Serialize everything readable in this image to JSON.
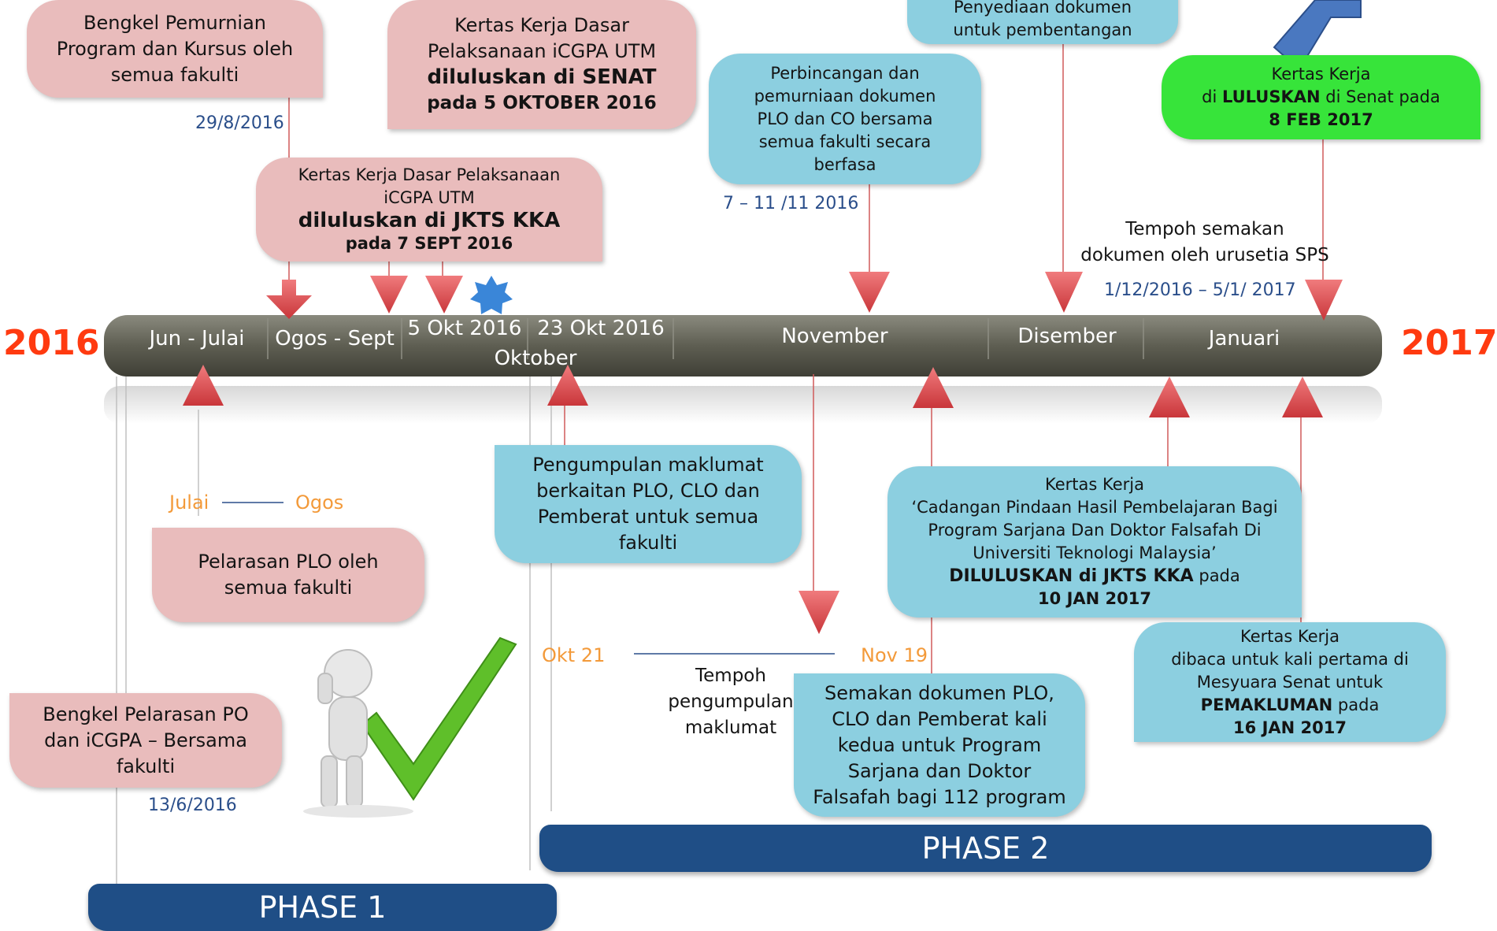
{
  "years": {
    "start": "2016",
    "end": "2017"
  },
  "timeline": {
    "labels": [
      "Jun  - Julai",
      "Ogos - Sept",
      "5 Okt 2016",
      "23 Okt 2016",
      "Oktober",
      "November",
      "Disember",
      "Januari"
    ]
  },
  "top_boxes": {
    "bengkel_pemurnian": {
      "lines": [
        "Bengkel Pemurnian",
        "Program dan Kursus oleh",
        "semua fakulti"
      ]
    },
    "kertas_senat": {
      "line1": "Kertas Kerja Dasar",
      "line2": "Pelaksanaan iCGPA UTM",
      "line3": "diluluskan di SENAT",
      "line4": "pada 5 OKTOBER 2016"
    },
    "kertas_jkts": {
      "line1": "Kertas Kerja Dasar Pelaksanaan",
      "line2": "iCGPA UTM",
      "line3": "diluluskan di JKTS KKA",
      "line4": "pada 7 SEPT 2016"
    },
    "perbincangan": {
      "lines": [
        "Perbincangan dan",
        "pemurniaan dokumen",
        "PLO dan CO bersama",
        "semua fakulti secara",
        "berfasa"
      ]
    },
    "penyediaan": {
      "lines": [
        "Penyediaan dokumen",
        "untuk pembentangan"
      ]
    },
    "kertas_feb": {
      "line1": "Kertas Kerja",
      "line2_a": "di ",
      "line2_b": "LULUSKAN",
      "line2_c": " di Senat pada",
      "line3": "8 FEB 2017"
    }
  },
  "dates": {
    "d1": "29/8/2016",
    "d2": "7 – 11 /11 2016",
    "d3": "1/12/2016 – 5/1/ 2017",
    "d4": "13/6/2016"
  },
  "tempoh_semakan": {
    "lines": [
      "Tempoh semakan",
      "dokumen oleh urusetia SPS"
    ]
  },
  "bottom_boxes": {
    "pengumpulan": {
      "lines": [
        "Pengumpulan maklumat",
        "berkaitan PLO, CLO dan",
        "Pemberat untuk semua",
        "fakulti"
      ]
    },
    "pelarasan_plo": {
      "lines": [
        "Pelarasan PLO oleh",
        "semua fakulti"
      ]
    },
    "bengkel_po": {
      "lines": [
        "Bengkel Pelarasan PO",
        "dan iCGPA – Bersama",
        "fakulti"
      ]
    },
    "kertas_jan10": {
      "line1": "Kertas Kerja",
      "line2": "‘Cadangan Pindaan Hasil Pembelajaran Bagi",
      "line3": "Program Sarjana Dan Doktor Falsafah Di",
      "line4": "Universiti Teknologi Malaysia’",
      "line5_a": "DILULUSKAN di JKTS KKA",
      "line5_b": " pada",
      "line6": "10 JAN 2017"
    },
    "semakan": {
      "lines": [
        "Semakan dokumen PLO,",
        "CLO dan Pemberat kali",
        "kedua untuk Program",
        "Sarjana dan Doktor",
        "Falsafah bagi 112 program"
      ]
    },
    "kertas_jan16": {
      "line1": "Kertas Kerja",
      "line2": "dibaca untuk kali pertama di",
      "line3": "Mesyuara Senat untuk",
      "line4_a": "PEMAKLUMAN",
      "line4_b": " pada",
      "line5": "16 JAN 2017"
    }
  },
  "ranges": {
    "julai": "Julai",
    "ogos": "Ogos",
    "okt21": "Okt 21",
    "nov19": "Nov 19"
  },
  "tempoh_pengumpulan": {
    "lines": [
      "Tempoh",
      "pengumpulan",
      "maklumat"
    ]
  },
  "phases": {
    "phase1": "PHASE 1",
    "phase2": "PHASE 2"
  },
  "colors": {
    "pink": "#e9bcbc",
    "blue": "#8ccfe0",
    "green": "#37e43a",
    "arrow": "#e0474a",
    "phase": "#1f4e86",
    "year": "#ff3a10"
  },
  "icons": [
    "down-arrow-icon",
    "up-arrow-icon",
    "star-icon",
    "checkmark-figure-icon",
    "big-blue-arrow-icon"
  ]
}
